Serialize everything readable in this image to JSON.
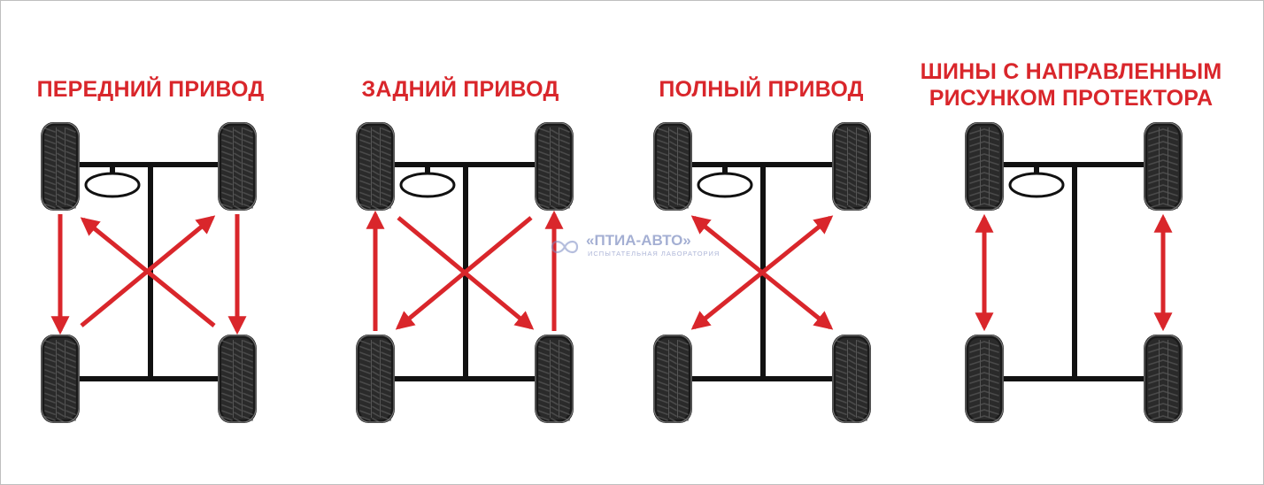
{
  "diagrams": [
    {
      "title": "ПЕРЕДНИЙ ПРИВОД",
      "pattern": "front-wheel-drive",
      "tread": "asymmetric"
    },
    {
      "title": "ЗАДНИЙ ПРИВОД",
      "pattern": "rear-wheel-drive",
      "tread": "asymmetric"
    },
    {
      "title": "ПОЛНЫЙ ПРИВОД",
      "pattern": "all-wheel-drive",
      "tread": "asymmetric"
    },
    {
      "title_line1": "ШИНЫ С НАПРАВЛЕННЫМ",
      "title_line2": "РИСУНКОМ ПРОТЕКТОРА",
      "pattern": "directional",
      "tread": "directional"
    }
  ],
  "watermark": {
    "title": "«ПТИА-АВТО»",
    "subtitle": "ИСПЫТАТЕЛЬНАЯ ЛАБОРАТОРИЯ",
    "logo_icon": "infinity-logo-icon"
  },
  "colors": {
    "title": "#d9262b",
    "arrow": "#d9262b",
    "chassis": "#111111",
    "tire_dark": "#1a1a1a",
    "tire_tread": "#4a4a4a",
    "watermark": "#5b6fb0"
  }
}
